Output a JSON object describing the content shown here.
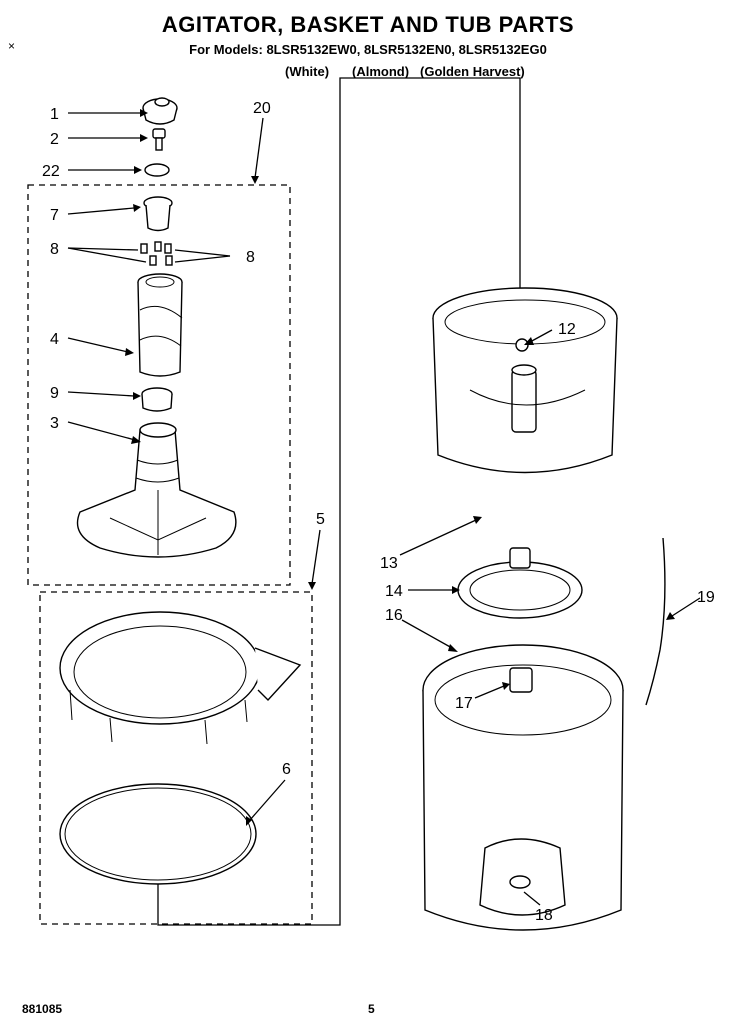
{
  "header": {
    "title": "AGITATOR, BASKET AND TUB PARTS",
    "models": "For Models: 8LSR5132EW0, 8LSR5132EN0, 8LSR5132EG0",
    "colors": [
      "(White)",
      "(Almond)",
      "(Golden Harvest)"
    ]
  },
  "callouts": [
    "1",
    "2",
    "22",
    "7",
    "8",
    "8",
    "4",
    "9",
    "3",
    "20",
    "5",
    "6",
    "12",
    "13",
    "14",
    "16",
    "17",
    "18",
    "19"
  ],
  "footer": {
    "code": "881085",
    "page": "5"
  }
}
